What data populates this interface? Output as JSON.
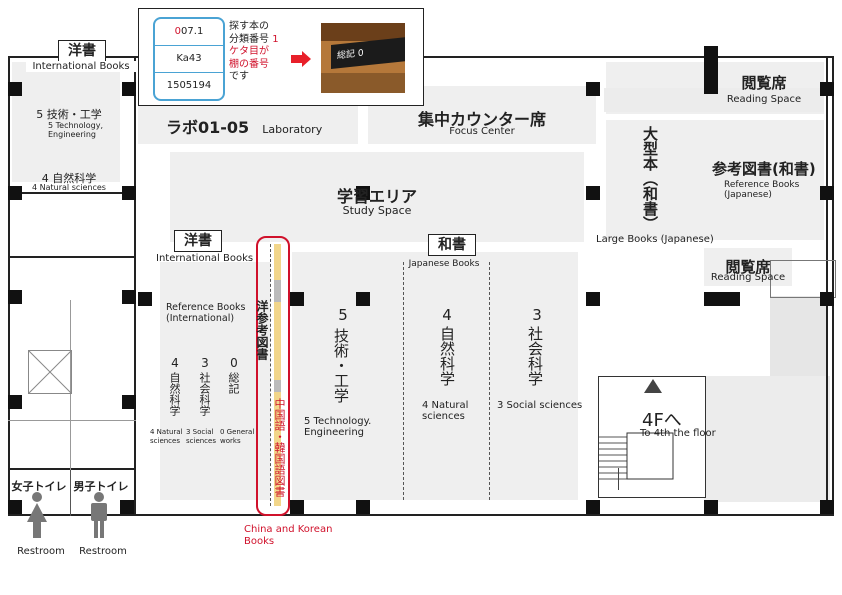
{
  "legend": {
    "call_numbers": [
      "007.1",
      "Ka43",
      "1505194"
    ],
    "call_first_red": "0",
    "call_first_rest": "07.1",
    "line1": "探す本の",
    "line2_a": "分類番号",
    "line2_b": "1",
    "line3": "ケタ目が",
    "line4": "棚の番号",
    "line5": "です",
    "sign_text": "総記 0",
    "arrow_color": "#e8202a"
  },
  "areas": {
    "intl_tag": "洋書",
    "intl_label": "International Books",
    "tech_ja": "5 技術・工学",
    "tech_en": "5 Technology, Engineering",
    "nat_ja": "4 自然科学",
    "nat_en": "4 Natural sciences",
    "lab_ja": "ラボ01-05",
    "lab_en": "Laboratory",
    "focus_ja": "集中カウンター席",
    "focus_en": "Focus Center",
    "reading_ja": "閲覧席",
    "reading_en": "Reading Space",
    "study_ja": "学習エリア",
    "study_en": "Study Space",
    "large_ja": "大型本（和書）",
    "large_en": "Large Books (Japanese)",
    "ref_ja": "参考図書(和書)",
    "ref_en": "Reference Books (Japanese)",
    "reading2_ja": "閲覧席",
    "reading2_en": "Reading Space",
    "intl2_tag": "洋書",
    "intl2_label": "International Books",
    "jp_tag": "和書",
    "jp_label": "Japanese Books",
    "refintl_en": "Reference Books (International)",
    "yo_sanko": "洋参考図書",
    "chinese_ja": "中国語・韓国語図書",
    "chinese_en": "China and Korean Books",
    "sec5_num": "5",
    "sec5_ja": "技術・工学",
    "sec5_en": "5 Technology. Engineering",
    "sec4_num": "4",
    "sec4_ja": "自然科学",
    "sec4_en": "4 Natural sciences",
    "sec3_num": "3",
    "sec3_ja": "社会科学",
    "sec3_en": "3 Social sciences",
    "small4_num": "4",
    "small4_ja": "自然科学",
    "small4_en": "4 Natural sciences",
    "small3_num": "3",
    "small3_ja": "社会科学",
    "small3_en": "3 Social sciences",
    "small0_num": "0",
    "small0_ja": "総記",
    "small0_en": "0 General works",
    "floor_up": "4Fへ",
    "floor_up_en": "To 4th the floor",
    "women_ja": "女子トイレ",
    "men_ja": "男子トイレ",
    "restroom_en": "Restroom"
  }
}
